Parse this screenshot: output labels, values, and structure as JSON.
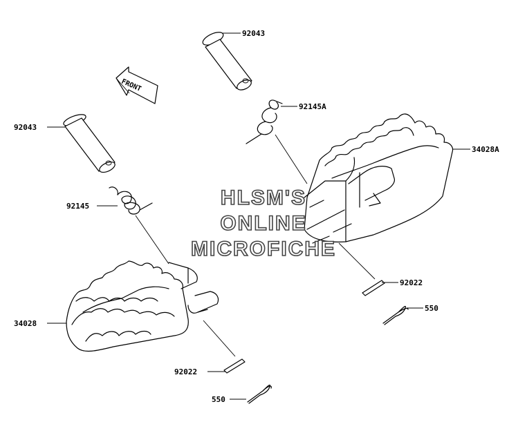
{
  "front_arrow": {
    "label": "FRONT"
  },
  "watermark": {
    "line1": "HLSM'S",
    "line2": "ONLINE",
    "line3": "MICROFICHE"
  },
  "parts": {
    "pin_upper": "92043",
    "pin_left": "92043",
    "spring_right": "92145A",
    "spring_left": "92145",
    "footpeg_right": "34028A",
    "footpeg_left": "34028",
    "washer_right": "92022",
    "washer_left": "92022",
    "cotter_right": "550",
    "cotter_left": "550"
  }
}
